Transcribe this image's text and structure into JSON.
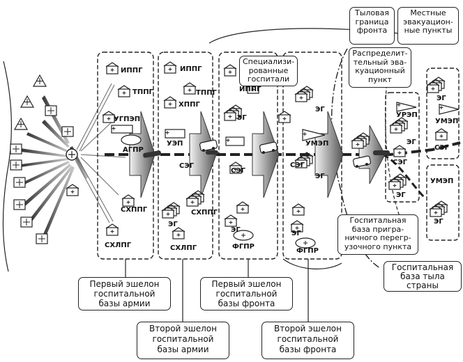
{
  "diagram": {
    "top_labels": {
      "rear_border": [
        "Тыловая",
        "граница",
        "фронта"
      ],
      "local_points": [
        "Местные",
        "эвакуацион-",
        "ные пункты"
      ],
      "distribution_point": [
        "Распределит-",
        "тельный эва-",
        "куационный",
        "пункт"
      ],
      "specialized": [
        "Специализи-",
        "рованные",
        "госпитали"
      ],
      "border_base": [
        "Госпитальная",
        "база пригра-",
        "ничного перегр-",
        "узочного пункта"
      ],
      "country_base": [
        "Госпитальная",
        "база тыла",
        "страны"
      ]
    },
    "bottom_labels": {
      "army_echelon_1": [
        "Первый эшелон",
        "госпитальной",
        "базы армии"
      ],
      "front_echelon_1": [
        "Первый эшелон",
        "госпитальной",
        "базы фронта"
      ],
      "army_echelon_2": [
        "Второй эшелон",
        "госпитальной",
        "базы армии"
      ],
      "front_echelon_2": [
        "Второй эшелон",
        "госпитальной",
        "базы фронта"
      ]
    },
    "node_labels": {
      "ippg": "ИППГ",
      "tppg": "ТППГ",
      "ugpep": "УГПЭП",
      "agpr": "АГПР",
      "shppg": "СХППГ",
      "shlpg": "СХЛПГ",
      "hppg": "ХППГ",
      "uep": "УЭП",
      "seg": "СЭГ",
      "eg": "ЭГ",
      "fgpr": "ФГПР",
      "umep": "УМЭП",
      "urep": "УРЭП"
    }
  }
}
